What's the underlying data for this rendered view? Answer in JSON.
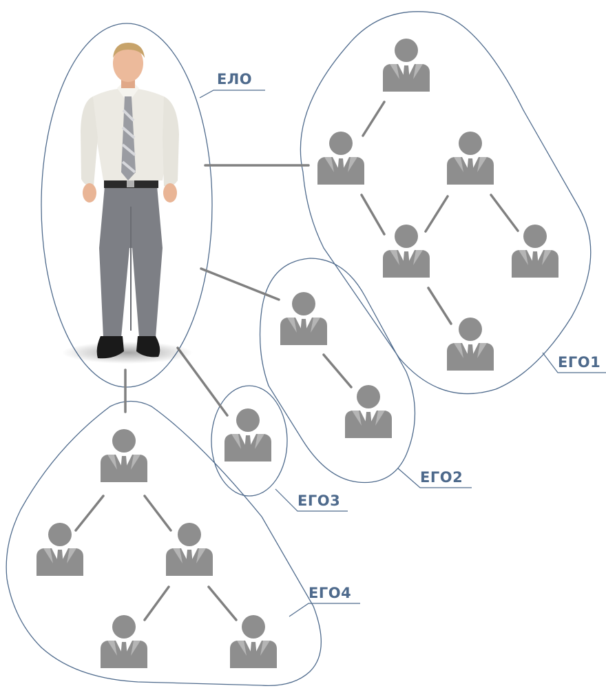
{
  "labels": {
    "elo": "ЕЛО",
    "ego1": "ЕГО1",
    "ego2": "ЕГО2",
    "ego3": "ЕГО3",
    "ego4": "ЕГО4"
  },
  "colors": {
    "outline": "#4e6a8c",
    "connector": "#808080",
    "person_icon": "#8e8e8e",
    "label_text": "#4e6a8c"
  },
  "icons": {
    "network_member": "person-icon",
    "main_person": "man-photo"
  }
}
